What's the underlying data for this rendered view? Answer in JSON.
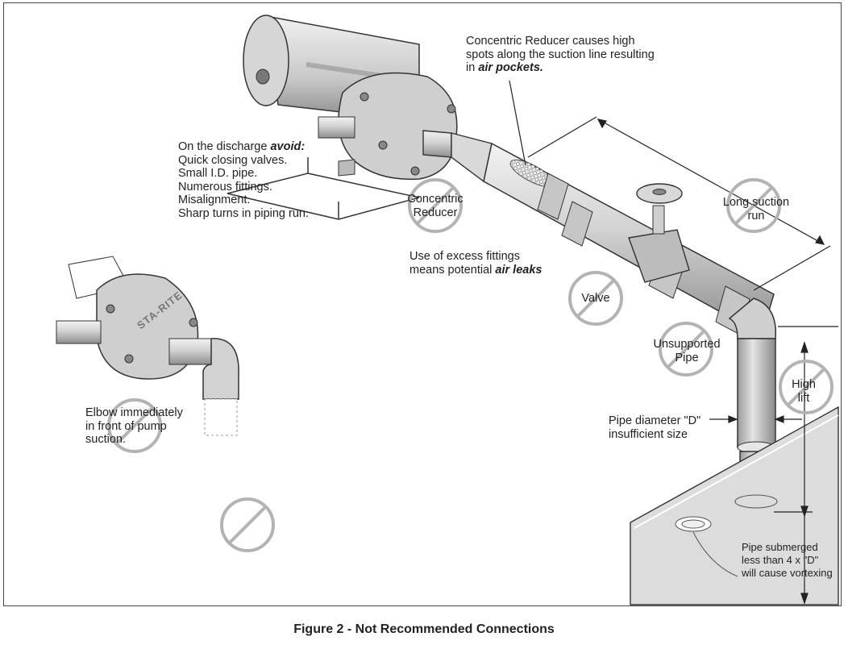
{
  "figure": {
    "caption": "Figure 2 - Not Recommended Connections",
    "brand_text": "STA-RITE",
    "labels": {
      "reducer_note": {
        "line1": "Concentric Reducer causes high",
        "line2": "spots along the suction line resulting",
        "line3_pre": "in ",
        "line3_emph": "air pockets."
      },
      "discharge": {
        "line1_pre": "On the discharge ",
        "line1_emph": "avoid:",
        "items": [
          "Quick closing valves.",
          "Small I.D. pipe.",
          "Numerous fittings.",
          "Misalignment.",
          "Sharp turns in piping run."
        ]
      },
      "concentric_reducer": [
        "Concentric",
        "Reducer"
      ],
      "excess_fittings": {
        "line1": "Use of excess fittings",
        "line2_pre": "means potential ",
        "line2_emph": "air leaks"
      },
      "long_suction": [
        "Long suction",
        "run"
      ],
      "valve": "Valve",
      "unsupported": [
        "Unsupported",
        "Pipe"
      ],
      "high_lift": [
        "High",
        "lift"
      ],
      "pipe_diameter": [
        "Pipe diameter \"D\"",
        "insufficient size"
      ],
      "submerged": [
        "Pipe submerged",
        "less than 4 x \"D\"",
        "will cause vortexing"
      ],
      "elbow": [
        "Elbow immediately",
        "in front of pump",
        "suction."
      ]
    },
    "icons": [
      "no-symbol-icon"
    ],
    "colors": {
      "metal": "#d6d6d6",
      "shade": "#9a9a9a",
      "no_symbol": "#b3b3b3",
      "ink": "#333333"
    }
  }
}
